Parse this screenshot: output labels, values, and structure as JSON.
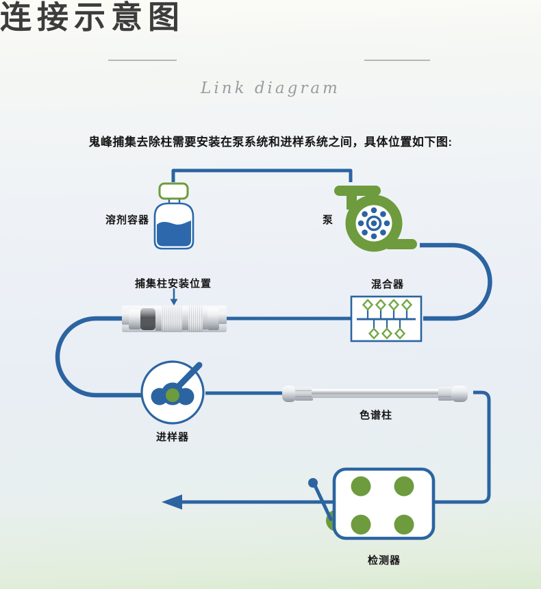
{
  "header": {
    "title": "连接示意图",
    "subtitle": "Link diagram",
    "description": "鬼峰捕集去除柱需要安装在泵系统和进样系统之间，具体位置如下图:"
  },
  "diagram": {
    "labels": {
      "solvent_container": "溶剂容器",
      "pump": "泵",
      "mixer": "混合器",
      "trap_column": "捕集柱安装位置",
      "injector": "进样器",
      "column": "色谱柱",
      "detector": "检测器"
    },
    "icons": [
      "solvent-bottle-icon",
      "pump-icon",
      "mixer-icon",
      "trap-column-icon",
      "injector-icon",
      "column-icon",
      "detector-icon",
      "detector-needle-icon",
      "position-arrow-icon",
      "flow-arrow-icon"
    ]
  },
  "colors": {
    "line_blue": "#2b64a1",
    "icon_green": "#6d9b3d",
    "diamond_green": "#72a844",
    "title_text": "#3c3c3c",
    "subtitle_text": "#9b9b9b",
    "body_text": "#151515"
  }
}
